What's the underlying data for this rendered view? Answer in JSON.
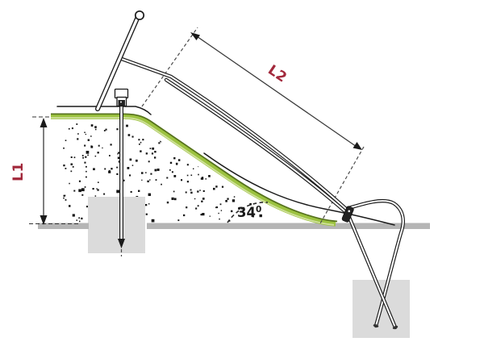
{
  "diagram": {
    "labels": {
      "height_dimension": "L1",
      "length_dimension": "L2",
      "angle_value": "34",
      "angle_superscript": "0"
    },
    "colors": {
      "dimension_label": "#A2283B",
      "slide_surface": "#9CC240",
      "slide_surface_edge": "#55711C",
      "slide_surface_highlight": "#CFE09A",
      "ground": "#B5B5B5",
      "footing": "#DBDBDB",
      "outline": "#1A1A1A"
    }
  }
}
